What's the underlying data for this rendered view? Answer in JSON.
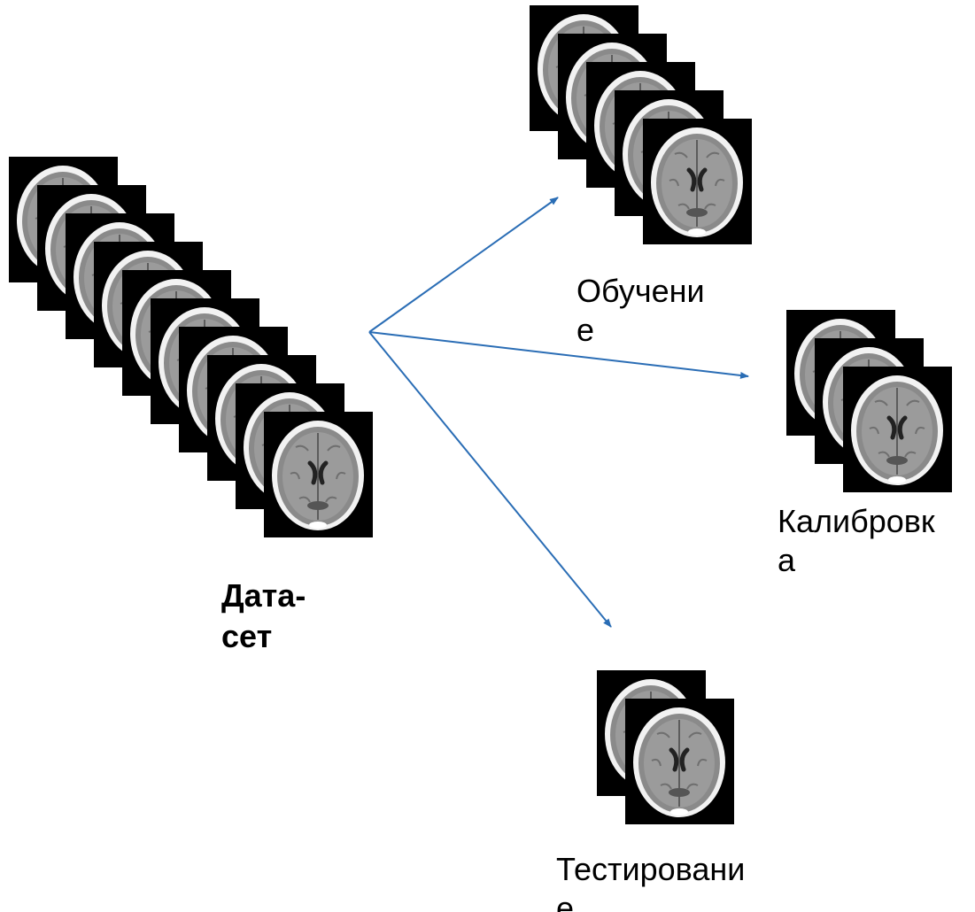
{
  "labels": {
    "dataset": "Дата-\nсет",
    "training": "Обучени\nе",
    "calibration": "Калибровк\nа",
    "testing": "Тестировани\nе"
  },
  "groups": {
    "dataset": {
      "slice_count": 10
    },
    "training": {
      "slice_count": 5
    },
    "calibration": {
      "slice_count": 3
    },
    "testing": {
      "slice_count": 2
    }
  },
  "colors": {
    "arrow": "#2a6db5",
    "slice_bg": "#000000",
    "skull": "#f2f2f2",
    "brain": "#8a8a8a"
  },
  "icons": {
    "slice": "brain-ct-slice-icon",
    "arrow": "arrow-icon"
  }
}
